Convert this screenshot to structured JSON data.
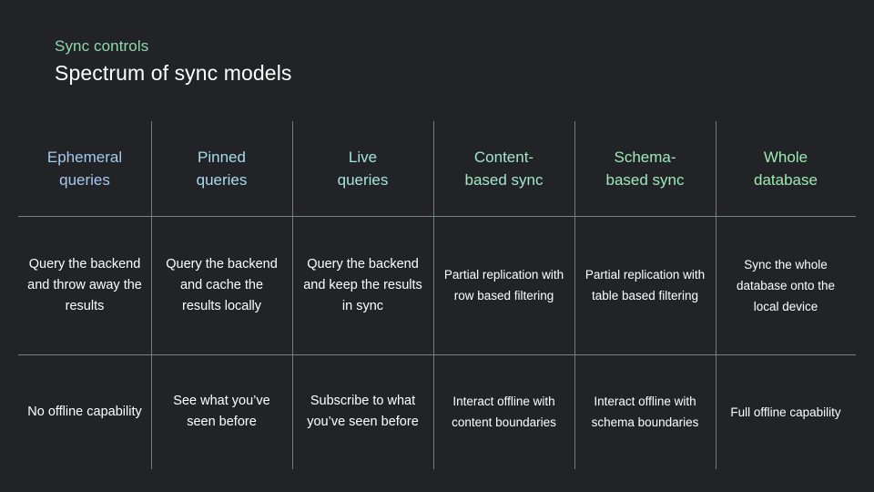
{
  "header": {
    "eyebrow": "Sync controls",
    "eyebrow_color": "#8fd9b0",
    "title": "Spectrum of sync models"
  },
  "theme": {
    "background": "#212326",
    "grid_line": "#76877e",
    "body_text_color": "#ffffff"
  },
  "table": {
    "columns": [
      {
        "header": "Ephemeral\nqueries",
        "header_line1": "Ephemeral",
        "header_line2": "queries",
        "color": "#a6c9ec",
        "description": "Query the backend and throw away the results",
        "offline": "No offline capability"
      },
      {
        "header": "Pinned\nqueries",
        "header_line1": "Pinned",
        "header_line2": "queries",
        "color": "#a8dbee",
        "description": "Query the backend and cache the results locally",
        "offline": "See what you’ve seen before"
      },
      {
        "header": "Live\nqueries",
        "header_line1": "Live",
        "header_line2": "queries",
        "color": "#a5e4dd",
        "description": "Query the backend and keep the results in sync",
        "offline": "Subscribe to what you’ve seen before"
      },
      {
        "header": "Content-\nbased sync",
        "header_line1": "Content-",
        "header_line2": "based sync",
        "color": "#a2e7c8",
        "description": "Partial replication with row based filtering",
        "offline": "Interact offline with content boundaries"
      },
      {
        "header": "Schema-\nbased sync",
        "header_line1": "Schema-",
        "header_line2": "based sync",
        "color": "#9fe8bb",
        "description": "Partial replication with table based filtering",
        "offline": "Interact offline with schema boundaries"
      },
      {
        "header": "Whole\ndatabase",
        "header_line1": "Whole",
        "header_line2": "database",
        "color": "#9de9b2",
        "description": "Sync the whole database onto the local device",
        "offline": "Full offline capability"
      }
    ]
  }
}
